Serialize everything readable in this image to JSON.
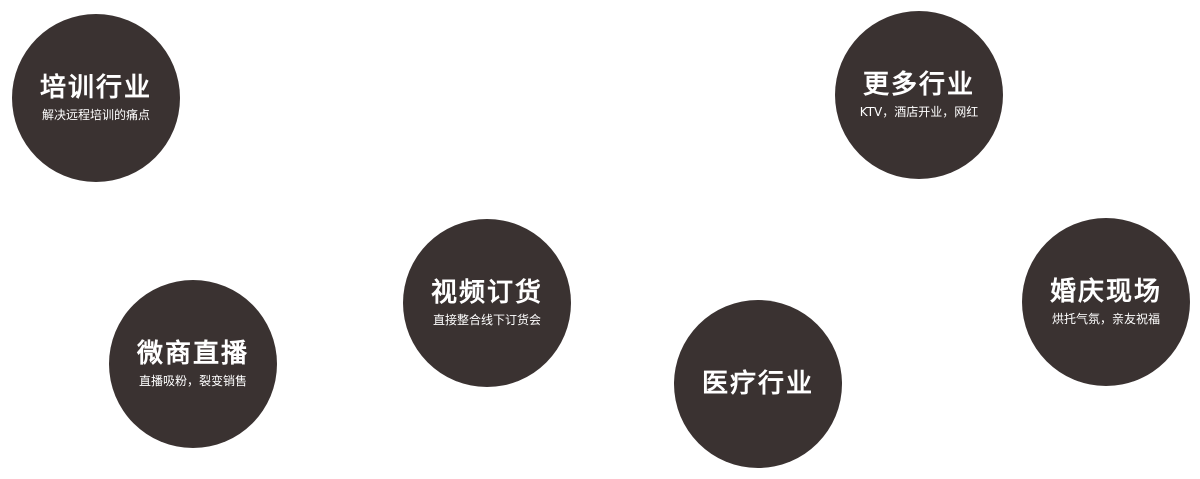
{
  "bubbles": [
    {
      "title": "培训行业",
      "subtitle": "解决远程培训的痛点"
    },
    {
      "title": "更多行业",
      "subtitle": "KTV，酒店开业，网红"
    },
    {
      "title": "视频订货",
      "subtitle": "直接整合线下订货会"
    },
    {
      "title": "婚庆现场",
      "subtitle": "烘托气氛，亲友祝福"
    },
    {
      "title": "微商直播",
      "subtitle": "直播吸粉，裂变销售"
    },
    {
      "title": "医疗行业",
      "subtitle": ""
    }
  ],
  "colors": {
    "bubble_background": "#3a3231",
    "text": "#ffffff",
    "page_background": "#ffffff"
  }
}
